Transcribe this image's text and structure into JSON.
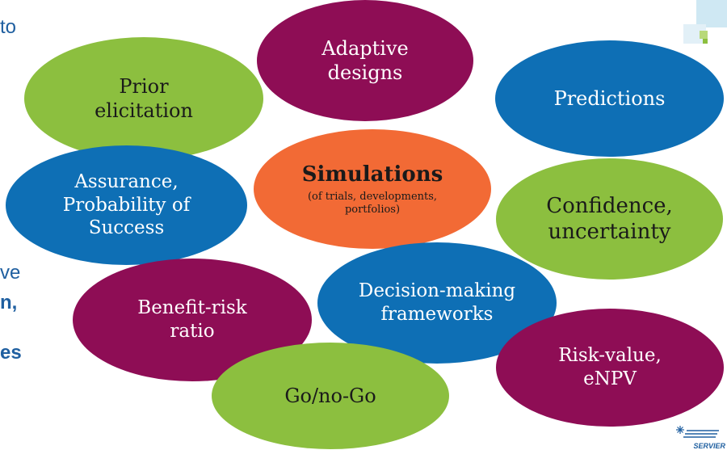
{
  "background_text": [
    "to",
    "ve",
    "n,",
    "es"
  ],
  "bubbles": {
    "prior": "Prior\nelicitation",
    "adaptive": "Adaptive\ndesigns",
    "predictions": "Predictions",
    "simulations_title": "Simulations",
    "simulations_sub": "(of trials, developments,\nportfolios)",
    "assurance": "Assurance,\nProbability of\nSuccess",
    "confidence": "Confidence,\nuncertainty",
    "benefit": "Benefit-risk\nratio",
    "decision": "Decision-making\nframeworks",
    "riskvalue": "Risk-value,\neNPV",
    "gonogo": "Go/no-Go"
  },
  "logo": {
    "text": "SERVIER"
  },
  "colors": {
    "green": "#8cbf3f",
    "maroon": "#8e0d55",
    "blue": "#0e6fb5",
    "orange": "#f26a35",
    "text_blue": "#1f5fa0"
  }
}
